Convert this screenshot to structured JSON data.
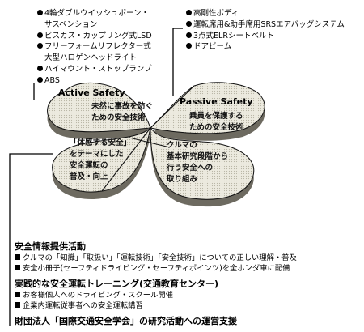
{
  "active_safety": {
    "heading": "Active Safety",
    "petal_text": [
      "未然に事故を防ぐ",
      "ための安全技術"
    ],
    "items": [
      [
        "4輪ダブルウイッシュボーン・",
        "サスペンション"
      ],
      [
        "ビスカス・カップリング式LSD"
      ],
      [
        "フリーフォームリフレクター式",
        "大型ハロゲンヘッドライト"
      ],
      [
        "ハイマウント・ストップランプ"
      ],
      [
        "ABS"
      ]
    ]
  },
  "passive_safety": {
    "heading": "Passive Safety",
    "petal_text": [
      "乗員を保護する",
      "ための安全技術"
    ],
    "items": [
      [
        "高剛性ボディ"
      ],
      [
        "運転席用&助手席用SRSエアバッグシステム"
      ],
      [
        "3点式ELRシートベルト"
      ],
      [
        "ドアビーム"
      ]
    ]
  },
  "experiential_petal": {
    "text": [
      "「体感する安全」",
      "をテーマにした",
      "安全運転の",
      "普及・向上"
    ]
  },
  "research_petal": {
    "text": [
      "クルマの",
      "基本研究段階から",
      "行う安全への",
      "取り組み"
    ]
  },
  "bottom": {
    "section1_title": "安全情報提供活動",
    "section1_items": [
      "クルマの「知識」「取扱い」「運転技術」「安全技術」についての正しい理解・普及",
      "安全小冊子(セーフティドライビング・セーフティポインツ)を全ホンダ車に配備"
    ],
    "section2_title": "実践的な安全運転トレーニング(交通教育センター)",
    "section2_items": [
      "お客様個人へのドライビング・スクール開催",
      "企業内運転従事者への安全運転講習"
    ],
    "section3_title": "財団法人「国際交通安全学会」の研究活動への運営支援"
  }
}
